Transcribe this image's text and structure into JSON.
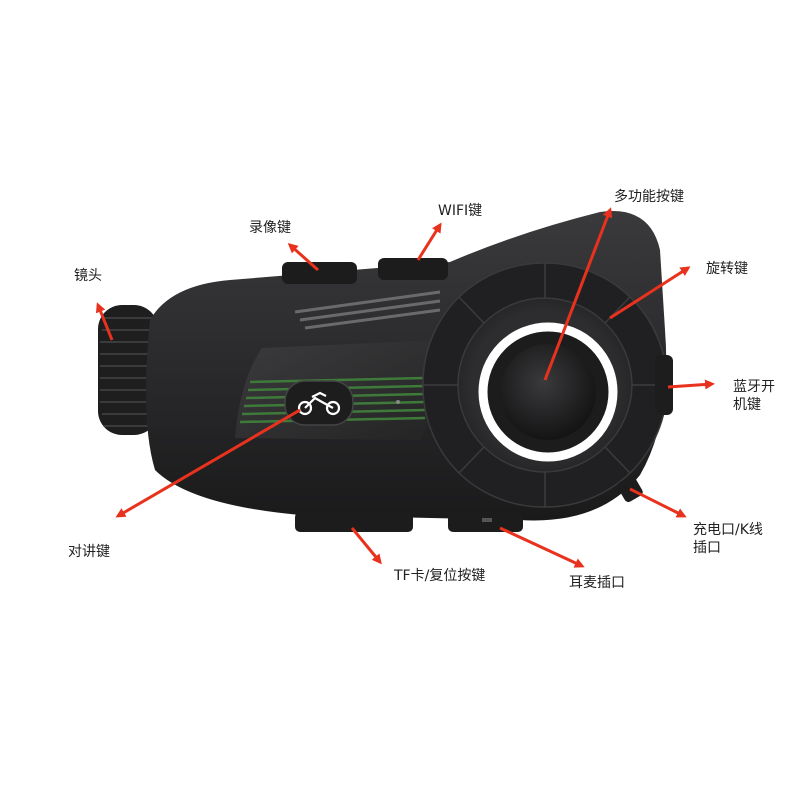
{
  "image": {
    "description_labels": {
      "lens": "镜头",
      "record_button": "录像键",
      "wifi_button": "WIFI键",
      "multi_function_button": "多功能按键",
      "rotate_button": "旋转键",
      "bluetooth_power_button": "蓝牙开机键",
      "intercom_button": "对讲键",
      "charge_port": "充电口/K线插口",
      "tf_reset_button": "TF卡/复位按键",
      "earphone_jack": "耳麦插口"
    },
    "colors": {
      "arrow": "#e8321e",
      "body": "#2b2b2d",
      "accent_green": "#3f7a3a",
      "ring_white": "#ffffff"
    }
  }
}
